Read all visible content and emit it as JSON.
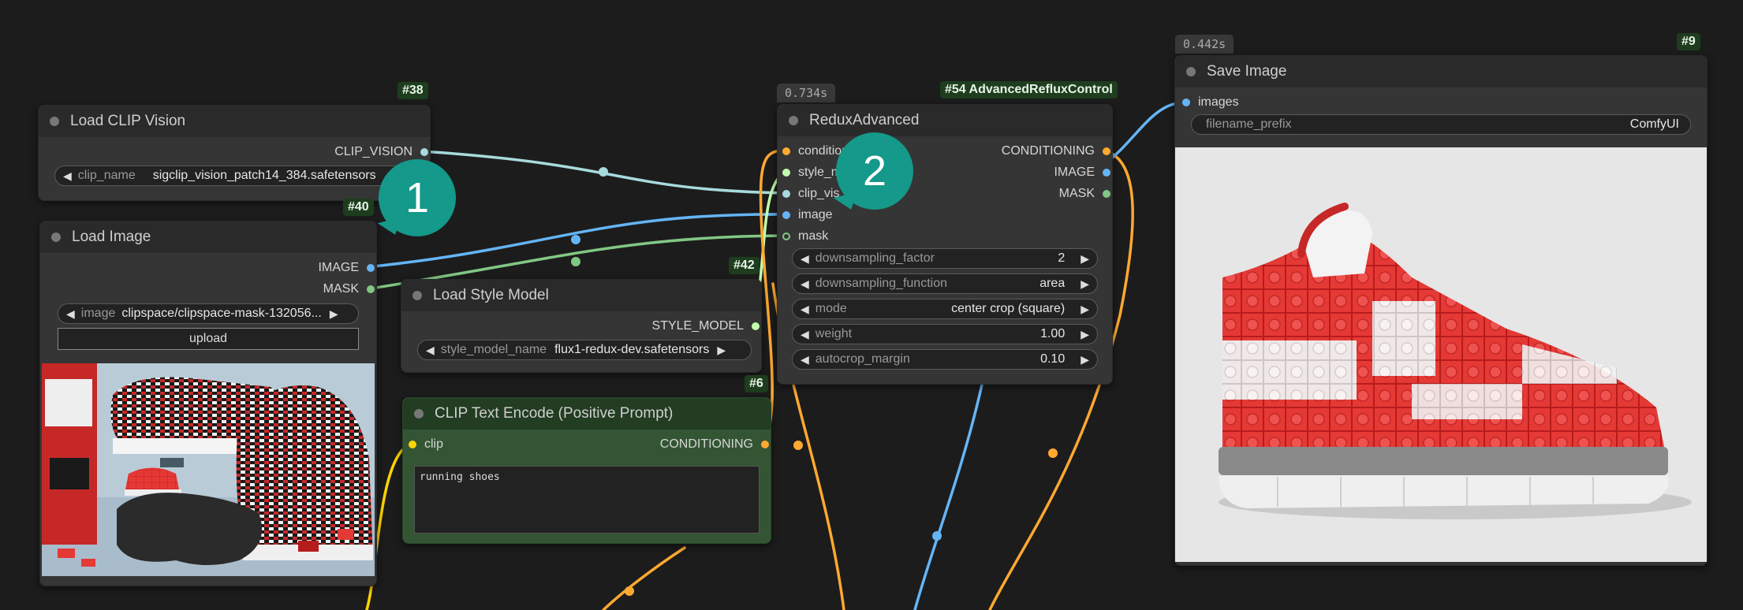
{
  "colors": {
    "clip_vision": "#a8dadc",
    "image": "#64b5f6",
    "mask": "#81c784",
    "conditioning": "#ffa931",
    "style_model": "#c2ffae",
    "clip": "#ffd500",
    "canvas": "#1c1c1c",
    "node": "#353535",
    "callout": "#14998a"
  },
  "nodes": {
    "load_clip_vision": {
      "badge": "#38",
      "title": "Load CLIP Vision",
      "output": "CLIP_VISION",
      "widget_label": "clip_name",
      "widget_value": "sigclip_vision_patch14_384.safetensors"
    },
    "load_image": {
      "badge": "#40",
      "title": "Load Image",
      "output_image": "IMAGE",
      "output_mask": "MASK",
      "widget_label": "image",
      "widget_value": "clipspace/clipspace-mask-132056...",
      "upload_label": "upload"
    },
    "load_style_model": {
      "badge": "#42",
      "title": "Load Style Model",
      "output": "STYLE_MODEL",
      "widget_label": "style_model_name",
      "widget_value": "flux1-redux-dev.safetensors"
    },
    "clip_text_encode": {
      "badge": "#6",
      "title": "CLIP Text Encode (Positive Prompt)",
      "input": "clip",
      "output": "CONDITIONING",
      "prompt": "running shoes"
    },
    "redux_advanced": {
      "badge": "#54 AdvancedRefluxControl",
      "timing": "0.734s",
      "title": "ReduxAdvanced",
      "inputs": [
        "conditioning",
        "style_m",
        "clip_vis",
        "image",
        "mask"
      ],
      "outputs": [
        "CONDITIONING",
        "IMAGE",
        "MASK"
      ],
      "widgets": [
        {
          "label": "downsampling_factor",
          "value": "2"
        },
        {
          "label": "downsampling_function",
          "value": "area"
        },
        {
          "label": "mode",
          "value": "center crop (square)"
        },
        {
          "label": "weight",
          "value": "1.00"
        },
        {
          "label": "autocrop_margin",
          "value": "0.10"
        }
      ]
    },
    "save_image": {
      "badge": "#9",
      "timing": "0.442s",
      "title": "Save Image",
      "input": "images",
      "widget_label": "filename_prefix",
      "widget_value": "ComfyUI"
    }
  },
  "callouts": [
    "1",
    "2"
  ]
}
